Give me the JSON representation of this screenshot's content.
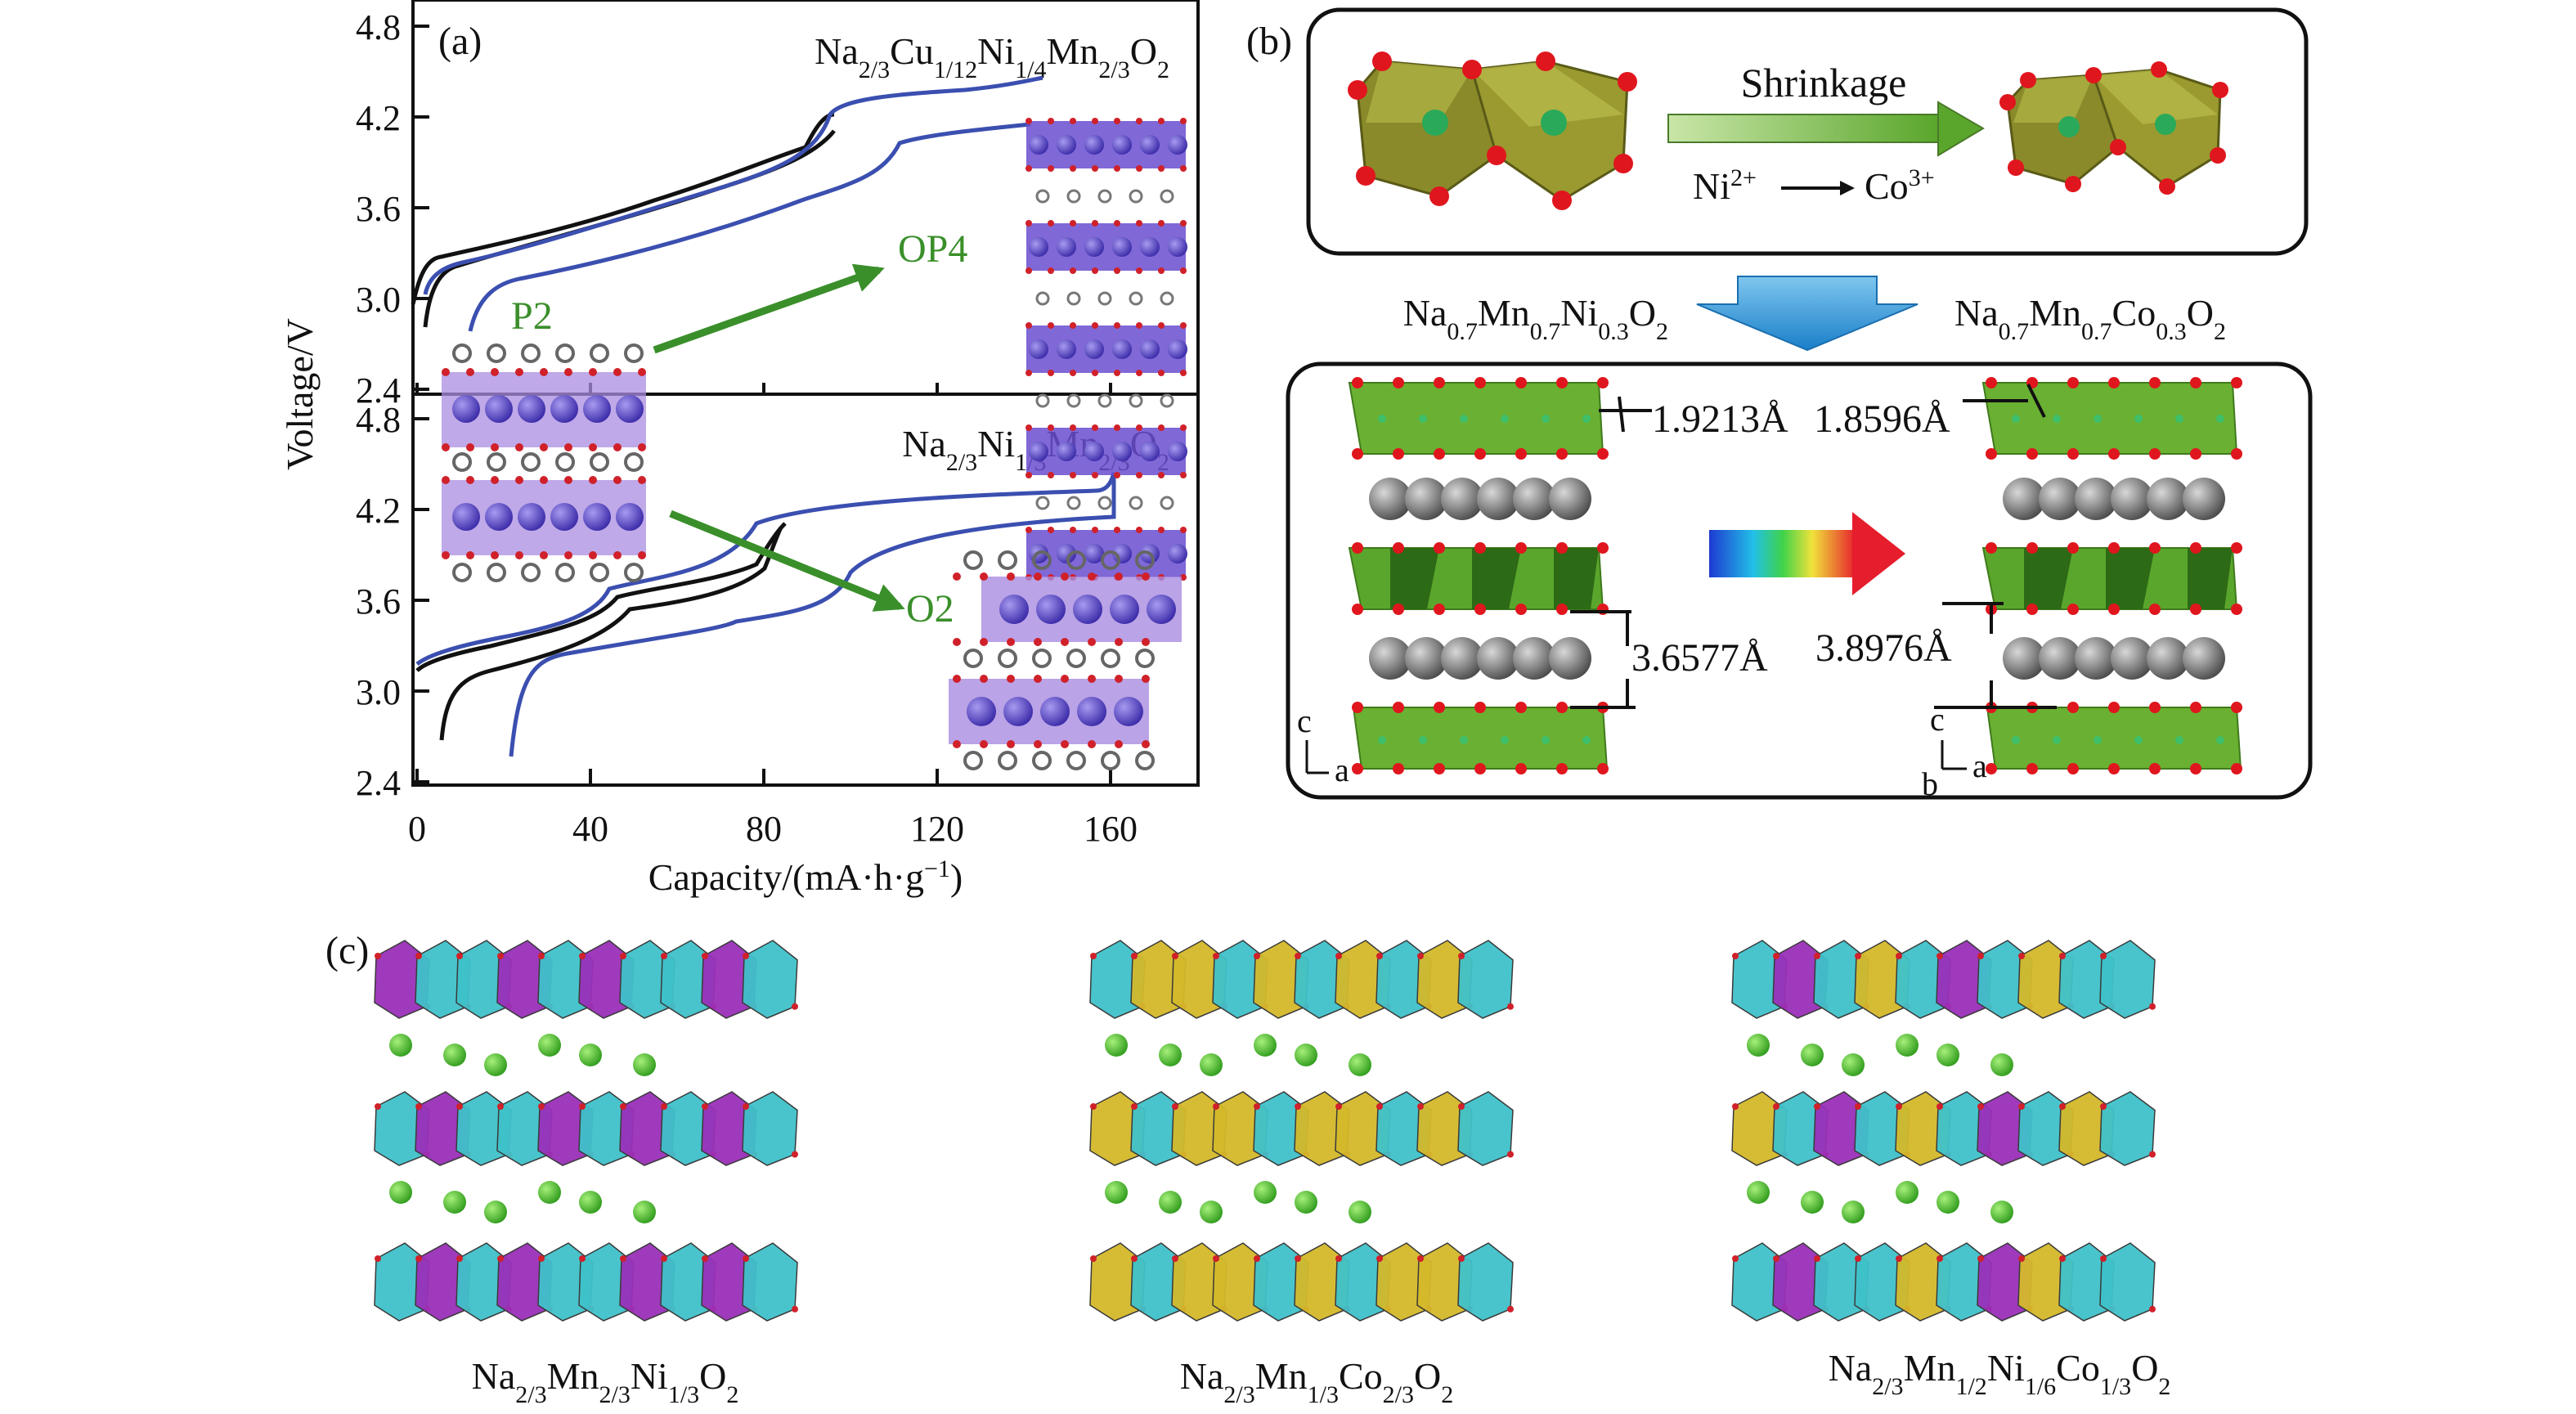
{
  "panel_a": {
    "label": "(a)",
    "top_formula": [
      "Na",
      "2/3",
      "Cu",
      "1/12",
      "Ni",
      "1/4",
      "Mn",
      "2/3",
      "O",
      "2"
    ],
    "bottom_formula": [
      "Na",
      "2/3",
      "Ni",
      "1/3",
      "Mn",
      "2/3",
      "O",
      "2"
    ],
    "ylabel": "Voltage/V",
    "xlabel_main": "Capacity/(mA·h·g",
    "xlabel_sup": "−1",
    "xlabel_end": ")",
    "top_yticks": [
      "4.8",
      "4.2",
      "3.6",
      "3.0",
      "2.4"
    ],
    "bottom_yticks": [
      "4.8",
      "4.2",
      "3.6",
      "3.0",
      "2.4"
    ],
    "xticks": [
      "0",
      "40",
      "80",
      "120",
      "160"
    ],
    "phase_p2": "P2",
    "phase_op4": "OP4",
    "phase_o2": "O2",
    "colors": {
      "curve_black": "#111111",
      "curve_blue": "#3b4fb0",
      "arrow_green": "#3a8f2a"
    }
  },
  "panel_b": {
    "label": "(b)",
    "shrinkage": "Shrinkage",
    "ni_ion": [
      "Ni",
      "2+"
    ],
    "co_ion": [
      "Co",
      "3+"
    ],
    "formula_left": [
      "Na",
      "0.7",
      "Mn",
      "0.7",
      "Ni",
      "0.3",
      "O",
      "2"
    ],
    "formula_right": [
      "Na",
      "0.7",
      "Mn",
      "0.7",
      "Co",
      "0.3",
      "O",
      "2"
    ],
    "dist_left_top": "1.9213Å",
    "dist_right_top": "1.8596Å",
    "dist_left_mid": "3.6577Å",
    "dist_right_mid": "3.8976Å",
    "axis_c": "c",
    "axis_a": "a",
    "axis_b": "b"
  },
  "panel_c": {
    "label": "(c)",
    "captions": [
      [
        "Na",
        "2/3",
        "Mn",
        "2/3",
        "Ni",
        "1/3",
        "O",
        "2"
      ],
      [
        "Na",
        "2/3",
        "Mn",
        "1/3",
        "Co",
        "2/3",
        "O",
        "2"
      ],
      [
        "Na",
        "2/3",
        "Mn",
        "1/2",
        "Ni",
        "1/6",
        "Co",
        "1/3",
        "O",
        "2"
      ]
    ]
  }
}
